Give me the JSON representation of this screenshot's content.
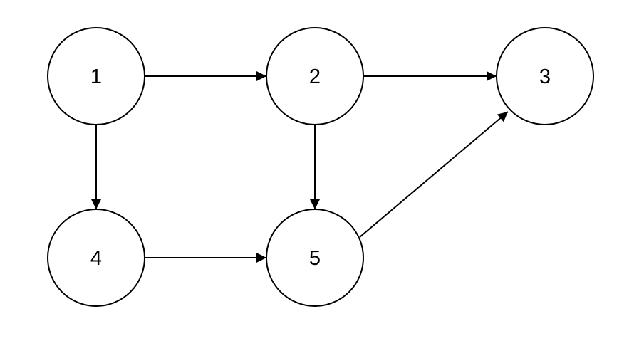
{
  "diagram": {
    "type": "directed-graph",
    "background_color": "#ffffff",
    "stroke_color": "#000000",
    "node_fill_color": "#ffffff",
    "nodes": [
      {
        "id": "1",
        "label": "1"
      },
      {
        "id": "2",
        "label": "2"
      },
      {
        "id": "3",
        "label": "3"
      },
      {
        "id": "4",
        "label": "4"
      },
      {
        "id": "5",
        "label": "5"
      }
    ],
    "edges": [
      {
        "from": "1",
        "to": "2",
        "arrow": "filled-triangle"
      },
      {
        "from": "2",
        "to": "3",
        "arrow": "filled-triangle"
      },
      {
        "from": "1",
        "to": "4",
        "arrow": "filled-triangle"
      },
      {
        "from": "2",
        "to": "5",
        "arrow": "filled-triangle"
      },
      {
        "from": "4",
        "to": "5",
        "arrow": "filled-triangle"
      },
      {
        "from": "5",
        "to": "3",
        "arrow": "filled-triangle"
      }
    ]
  }
}
